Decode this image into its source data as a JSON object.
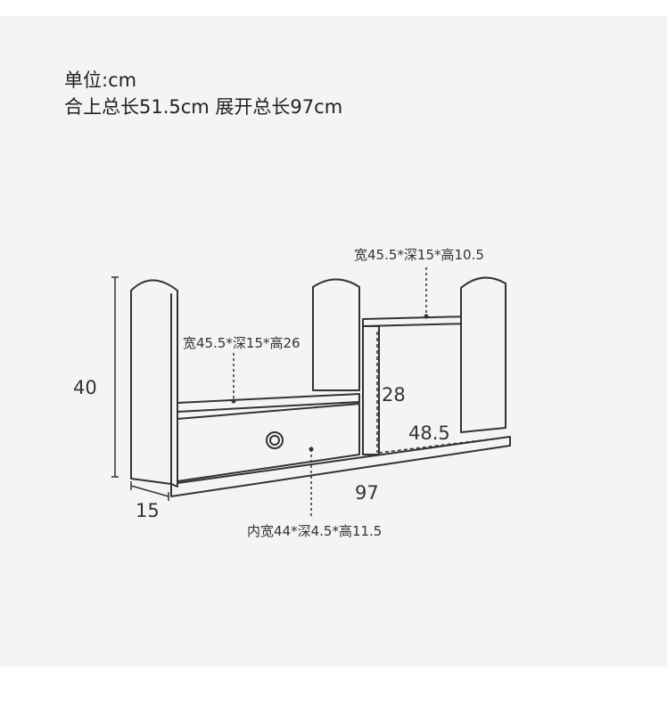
{
  "header": {
    "unit": "单位:cm",
    "sizes": "合上总长51.5cm 展开总长97cm"
  },
  "dimensions": {
    "height": "40",
    "depth": "15",
    "total_length": "97",
    "right_length": "48.5",
    "right_height": "28"
  },
  "compartments": {
    "upper_right_shelf": "宽45.5*深15*高10.5",
    "left_shelf": "宽45.5*深15*高26",
    "drawer": "内宽44*深4.5*高11.5"
  },
  "colors": {
    "line": "#333333",
    "background": "#f4f4f4"
  }
}
